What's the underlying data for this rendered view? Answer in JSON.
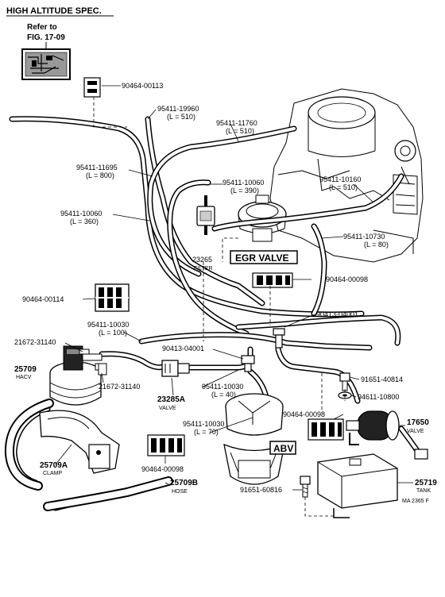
{
  "header": {
    "title": "HIGH ALTITUDE SPEC.",
    "refer_line1": "Refer to",
    "refer_line2": "FIG. 17-09"
  },
  "labels": {
    "p90464_00113": "90464-00113",
    "p95411_19960": "95411-19960",
    "p95411_19960_len": "(L = 510)",
    "p95411_11760": "95411-11760",
    "p95411_11760_len": "(L = 510)",
    "p95411_11695": "95411-11695",
    "p95411_11695_len": "(L = 800)",
    "p95411_10060a": "95411-10060",
    "p95411_10060a_len": "(L = 390)",
    "p95411_10160": "95411-10160",
    "p95411_10160_len": "(L = 510)",
    "p95411_10060b": "95411-10060",
    "p95411_10060b_len": "(L = 360)",
    "p23265": "23265",
    "p23265_name": "FILTER",
    "egr_valve": "EGR VALVE",
    "p95411_10730": "95411-10730",
    "p95411_10730_len": "(L = 80)",
    "p90464_00098a": "90464-00098",
    "p90464_00114": "90464-00114",
    "p90413_04001a": "90413-04001",
    "p95411_10030a": "95411-10030",
    "p95411_10030a_len": "(L = 100)",
    "p21672_31140a": "21672-31140",
    "p90413_04001b": "90413-04001",
    "p25709": "25709",
    "p25709_name": "HACV",
    "p21672_31140b": "21672-31140",
    "p91651_40814": "91651-40814",
    "p95411_10030b": "95411-10030",
    "p95411_10030b_len": "(L = 40)",
    "p23285a": "23285A",
    "p23285a_name": "VALVE",
    "p94611_10800": "94611-10800",
    "p90464_00098b": "90464-00098",
    "p17650": "17650",
    "p17650_name": "VALVE",
    "p95411_10030c": "95411-10030",
    "p95411_10030c_len": "(L = 70)",
    "abv": "ABV",
    "p25709a": "25709A",
    "p25709a_name": "CLAMP",
    "p90464_00098c": "90464-00098",
    "p25709b": "25709B",
    "p25709b_name": "HOSE",
    "p91651_60816": "91651-60816",
    "p25719": "25719",
    "p25719_name": "TANK",
    "ref_code": "MA 2365 F"
  }
}
